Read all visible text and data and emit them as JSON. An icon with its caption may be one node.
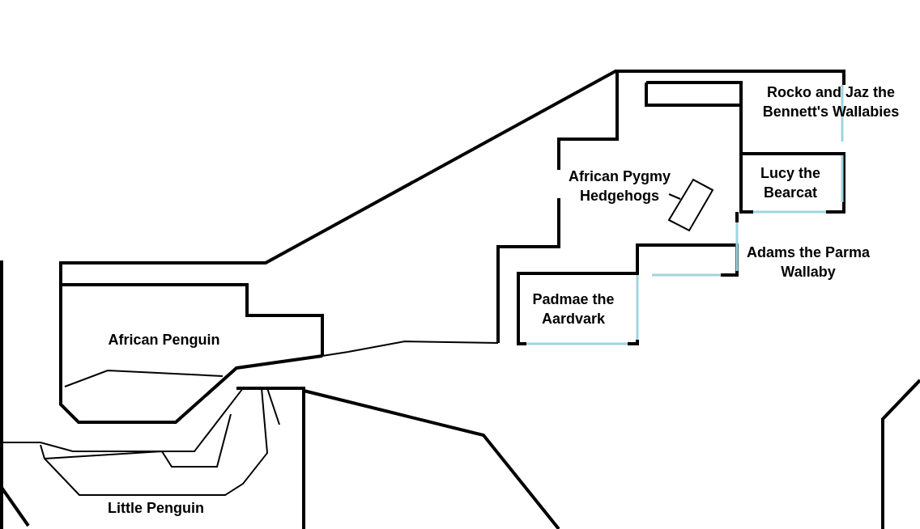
{
  "diagram": {
    "labels": [
      "Rocko and Jaz the Bennett's Wallabies",
      "Lucy the Bearcat",
      "African Pygmy Hedgehogs",
      "Adams the Parma Wallaby",
      "Padmae the Aardvark",
      "African Penguin",
      "Little Penguin"
    ]
  }
}
